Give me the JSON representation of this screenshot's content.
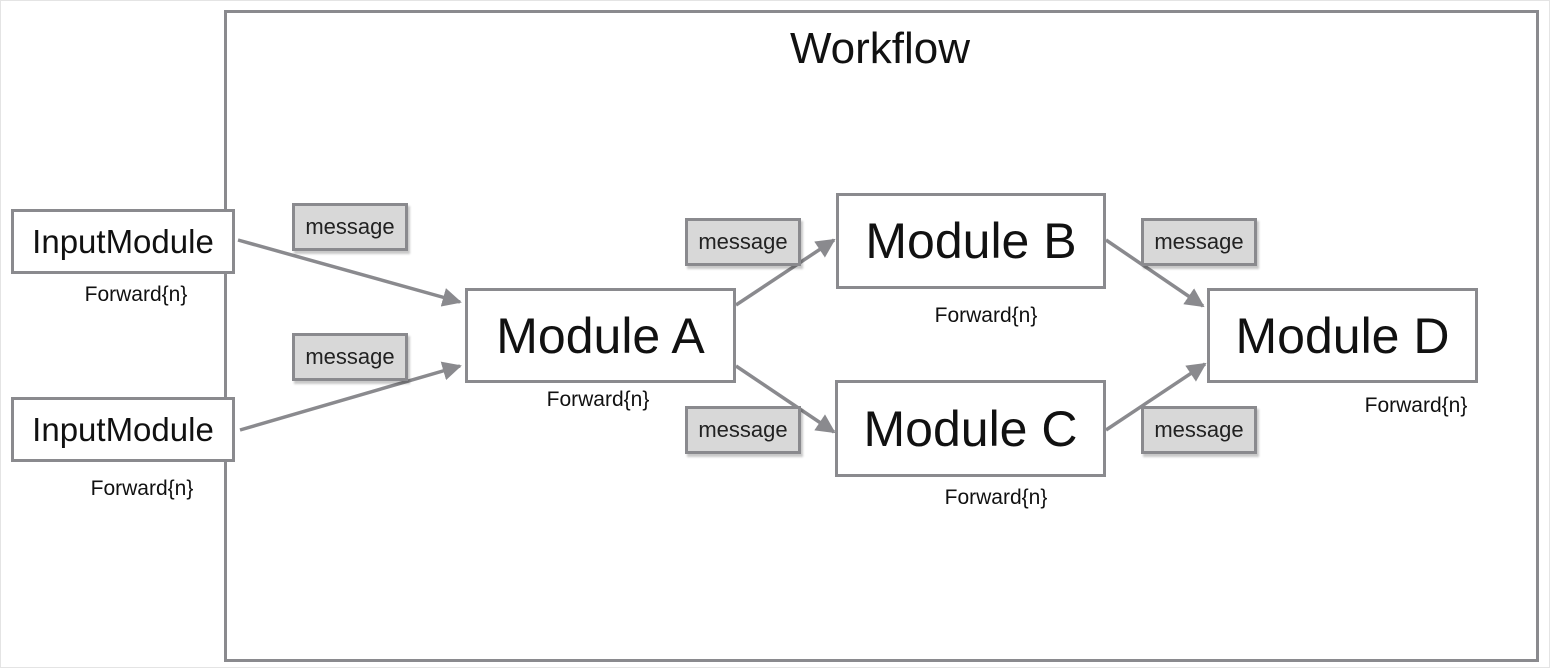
{
  "title": "Workflow",
  "modules": {
    "input1": {
      "label": "InputModule",
      "forward": "Forward{n}"
    },
    "input2": {
      "label": "InputModule",
      "forward": "Forward{n}"
    },
    "a": {
      "label": "Module A",
      "forward": "Forward{n}"
    },
    "b": {
      "label": "Module B",
      "forward": "Forward{n}"
    },
    "c": {
      "label": "Module C",
      "forward": "Forward{n}"
    },
    "d": {
      "label": "Module D",
      "forward": "Forward{n}"
    }
  },
  "messages": [
    "message",
    "message",
    "message",
    "message",
    "message",
    "message"
  ],
  "colors": {
    "stroke": "#8a8a8e",
    "message_fill": "#d8d8d8"
  }
}
